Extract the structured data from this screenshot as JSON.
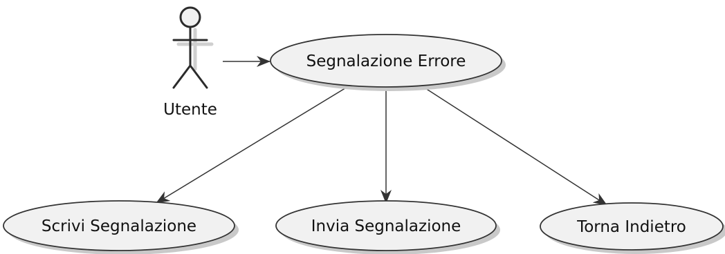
{
  "diagram": {
    "actor": {
      "label": "Utente"
    },
    "use_cases": {
      "main": "Segnalazione Errore",
      "write": "Scrivi Segnalazione",
      "send": "Invia Segnalazione",
      "back": "Torna Indietro"
    },
    "colors": {
      "usecase_fill": "#f1f1f1",
      "stroke": "#333333",
      "shadow": "#c9c9c9"
    }
  }
}
